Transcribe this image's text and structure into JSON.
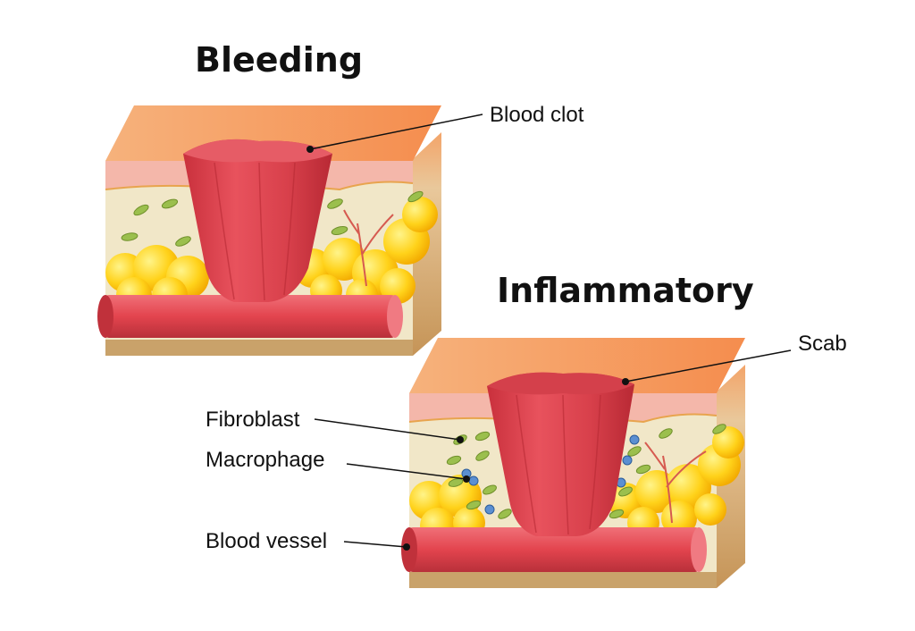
{
  "panels": {
    "bleeding": {
      "title": "Bleeding",
      "labels": {
        "blood_clot": "Blood clot"
      }
    },
    "inflammatory": {
      "title": "Inflammatory",
      "labels": {
        "scab": "Scab",
        "fibroblast": "Fibroblast",
        "macrophage": "Macrophage",
        "blood_vessel": "Blood vessel"
      }
    }
  },
  "colors": {
    "epidermis": "#f7a86a",
    "dermis": "#f0e6c6",
    "fat": "#ffd21a",
    "clot": "#e0454f",
    "vessel": "#e8545c",
    "base": "#c9a26a",
    "fibroblast": "#9bbf4d",
    "macrophage": "#5b8fd1"
  }
}
